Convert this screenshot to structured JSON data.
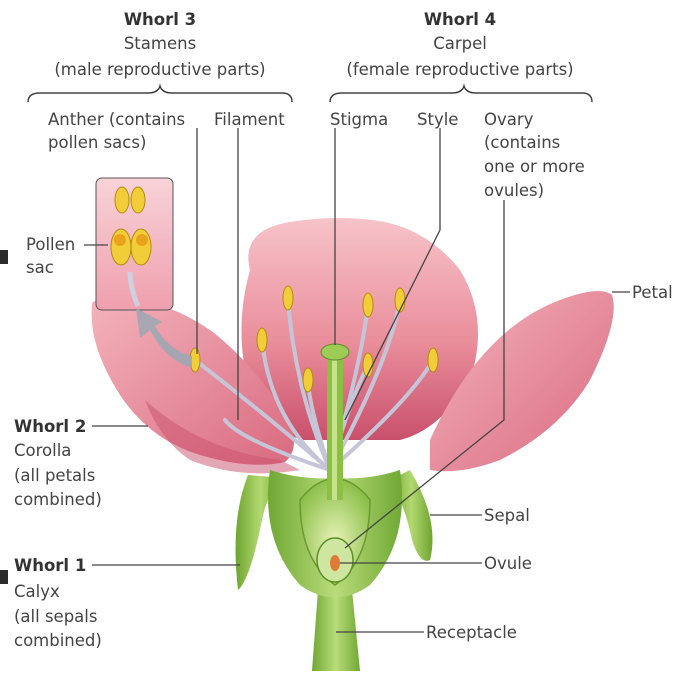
{
  "whorl3": {
    "title": "Whorl 3",
    "name": "Stamens",
    "desc": "(male reproductive parts)"
  },
  "whorl4": {
    "title": "Whorl 4",
    "name": "Carpel",
    "desc": "(female reproductive parts)"
  },
  "whorl2": {
    "title": "Whorl 2",
    "name": "Corolla",
    "desc1": "(all petals",
    "desc2": "combined)"
  },
  "whorl1": {
    "title": "Whorl 1",
    "name": "Calyx",
    "desc1": "(all sepals",
    "desc2": "combined)"
  },
  "labels": {
    "anther1": "Anther (contains",
    "anther2": "pollen sacs)",
    "filament": "Filament",
    "stigma": "Stigma",
    "style": "Style",
    "ovary1": "Ovary",
    "ovary2": "(contains",
    "ovary3": "one or more",
    "ovary4": "ovules)",
    "pollen1": "Pollen",
    "pollen2": "sac",
    "petal": "Petal",
    "sepal": "Sepal",
    "ovule": "Ovule",
    "receptacle": "Receptacle"
  },
  "colors": {
    "petal": "#e98a98",
    "petal_light": "#f6bcc3",
    "sepal": "#8fc24a",
    "stamen": "#c7c7d8",
    "anther": "#f2cf3b",
    "leader": "#555555"
  }
}
